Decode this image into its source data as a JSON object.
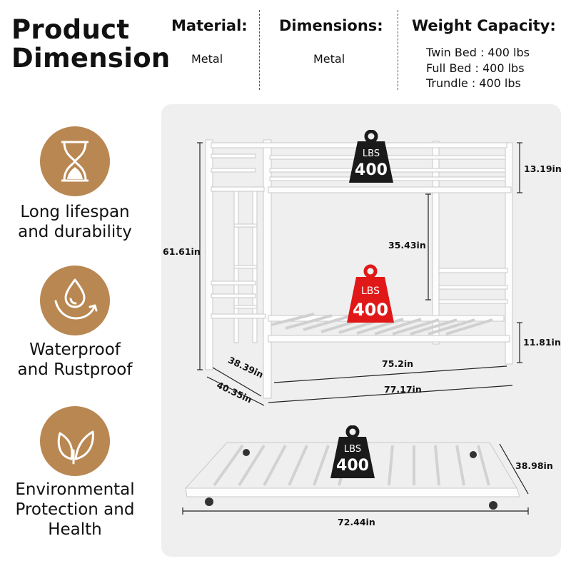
{
  "header": {
    "title_line1": "Product",
    "title_line2": "Dimension",
    "material_label": "Material:",
    "material_value": "Metal",
    "dimensions_label": "Dimensions:",
    "dimensions_value": "Metal",
    "weight_label": "Weight Capacity:",
    "weight_lines": [
      "Twin Bed : 400 lbs",
      "Full Bed : 400 lbs",
      "Trundle : 400 lbs"
    ]
  },
  "features": [
    {
      "icon": "hourglass-icon",
      "line1": "Long lifespan",
      "line2": "and durability"
    },
    {
      "icon": "water-drop-icon",
      "line1": "Waterproof",
      "line2": "and Rustproof"
    },
    {
      "icon": "leaf-icon",
      "line1": "Environmental",
      "line2": "Protection and",
      "line3": "Health"
    }
  ],
  "bed": {
    "top_badge": {
      "unit": "LBS",
      "value": "400"
    },
    "mid_badge": {
      "unit": "LBS",
      "value": "400"
    },
    "trundle_badge": {
      "unit": "LBS",
      "value": "400"
    },
    "dims": {
      "guard_height": "13.19in",
      "total_height": "61.61in",
      "bunk_gap": "35.43in",
      "bottom_clearance": "11.81in",
      "inner_width": "38.39in",
      "inner_length": "75.2in",
      "outer_width": "40.35in",
      "outer_length": "77.17in",
      "trundle_width": "38.98in",
      "trundle_length": "72.44in"
    }
  },
  "colors": {
    "accent_brown": "#b98752",
    "badge_black": "#1a1a1a",
    "badge_red": "#e01818",
    "panel_bg": "#efefef"
  }
}
